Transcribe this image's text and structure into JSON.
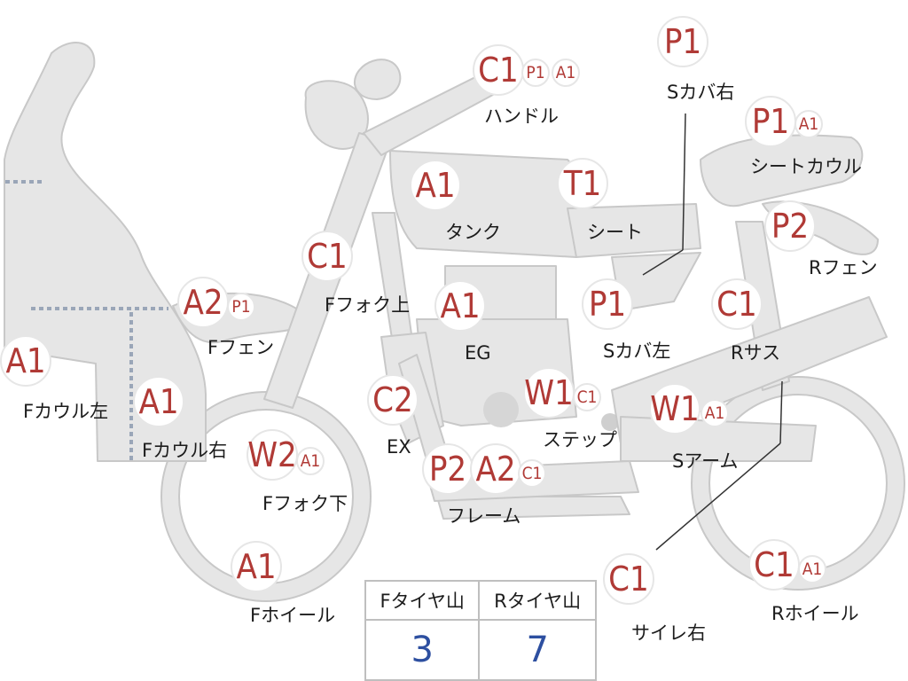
{
  "colors": {
    "code": "#b03a36",
    "part_fill": "#e6e6e6",
    "value": "#2d4fa0"
  },
  "parts": [
    {
      "label": "ハンドル",
      "codes": [
        "C1",
        "P1",
        "A1"
      ]
    },
    {
      "label": "Sカバ右",
      "codes": [
        "P1"
      ]
    },
    {
      "label": "シートカウル",
      "codes": [
        "P1",
        "A1"
      ]
    },
    {
      "label": "タンク",
      "codes": [
        "A1"
      ]
    },
    {
      "label": "シート",
      "codes": [
        "T1"
      ]
    },
    {
      "label": "Rフェン",
      "codes": [
        "P2"
      ]
    },
    {
      "label": "Fフォク上",
      "codes": [
        "C1"
      ]
    },
    {
      "label": "EG",
      "codes": [
        "A1"
      ]
    },
    {
      "label": "Sカバ左",
      "codes": [
        "P1"
      ]
    },
    {
      "label": "Rサス",
      "codes": [
        "C1"
      ]
    },
    {
      "label": "Fフェン",
      "codes": [
        "A2",
        "P1"
      ]
    },
    {
      "label": "Fカウル左",
      "codes": [
        "A1"
      ]
    },
    {
      "label": "Fカウル右",
      "codes": [
        "A1"
      ]
    },
    {
      "label": "EX",
      "codes": [
        "C2"
      ]
    },
    {
      "label": "ステップ",
      "codes": [
        "W1",
        "C1"
      ]
    },
    {
      "label": "Sアーム",
      "codes": [
        "W1",
        "A1"
      ]
    },
    {
      "label": "Fフォク下",
      "codes": [
        "W2",
        "A1"
      ]
    },
    {
      "label": "フレーム",
      "codes": [
        "P2",
        "A2",
        "C1"
      ]
    },
    {
      "label": "Fホイール",
      "codes": [
        "A1"
      ]
    },
    {
      "label": "サイレ右",
      "codes": [
        "C1"
      ]
    },
    {
      "label": "Rホイール",
      "codes": [
        "C1",
        "A1"
      ]
    }
  ],
  "tire_table": {
    "headers": [
      "Fタイヤ山",
      "Rタイヤ山"
    ],
    "values": [
      "3",
      "7"
    ]
  }
}
